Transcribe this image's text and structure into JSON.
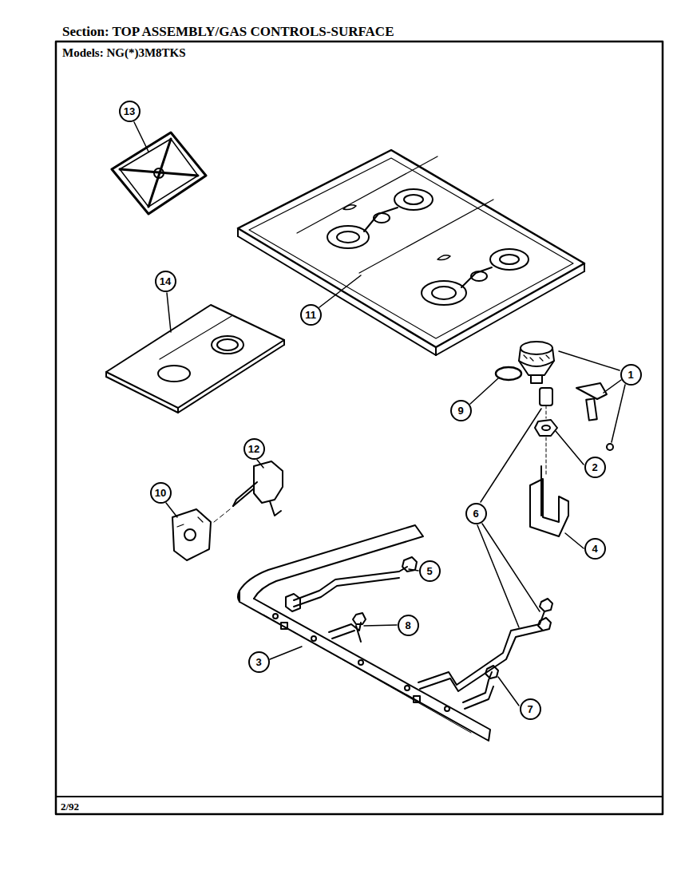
{
  "diagram": {
    "title": "Section: TOP ASSEMBLY/GAS CONTROLS-SURFACE",
    "nodes": [
      {
        "text": [
          "13"
        ]
      },
      {
        "text": [
          "14"
        ]
      },
      {
        "text": [
          "11"
        ]
      },
      {
        "text": [
          "1"
        ]
      },
      {
        "text": [
          "9"
        ]
      },
      {
        "text": [
          "12"
        ]
      },
      {
        "text": [
          "2"
        ]
      },
      {
        "text": [
          "10"
        ]
      },
      {
        "text": [
          "6"
        ]
      },
      {
        "text": [
          "4"
        ]
      },
      {
        "text": [
          "5"
        ]
      },
      {
        "text": [
          "8"
        ]
      },
      {
        "text": [
          "3"
        ]
      },
      {
        "text": [
          "7"
        ]
      }
    ],
    "labels": [
      "Models: NG(*)3M8TKS",
      "2/92"
    ]
  }
}
